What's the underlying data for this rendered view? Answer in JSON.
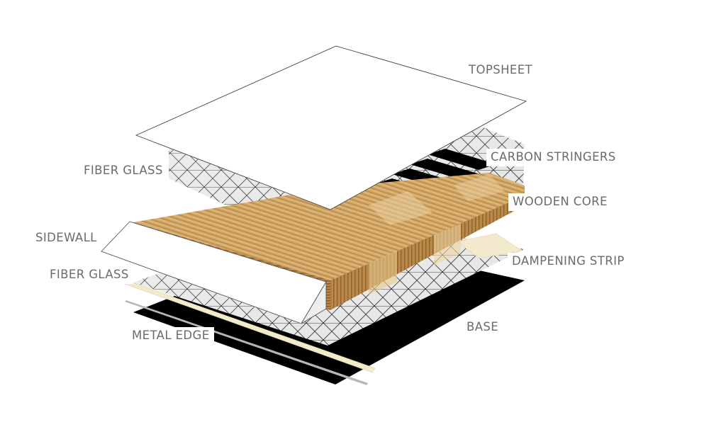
{
  "diagram": {
    "type": "exploded layer diagram",
    "colors": {
      "label_text": "#6b6b6b",
      "base": "#000000",
      "fiberglass_fill": "#e3e3e3",
      "fiberglass_mesh": "#1f1f1f",
      "wood_light": "#e8c98f",
      "wood_mid": "#c99a55",
      "wood_dark": "#8a5a2a",
      "sidewall": "#ffffff",
      "dampening_strip": "#f3e9cc",
      "metal_edge_brass": "#f2ebcb",
      "metal_edge_steel": "#b7b7b7",
      "carbon_stringers": "#000000",
      "outline": "#444444"
    },
    "labels": {
      "topsheet": "TOPSHEET",
      "carbon_stringers": "CARBON STRINGERS",
      "fiber_glass_top": "FIBER GLASS",
      "wooden_core": "WOODEN CORE",
      "sidewall": "SIDEWALL",
      "dampening_strip": "DAMPENING STRIP",
      "fiber_glass_bottom": "FIBER GLASS",
      "base": "BASE",
      "metal_edge": "METAL EDGE"
    }
  }
}
